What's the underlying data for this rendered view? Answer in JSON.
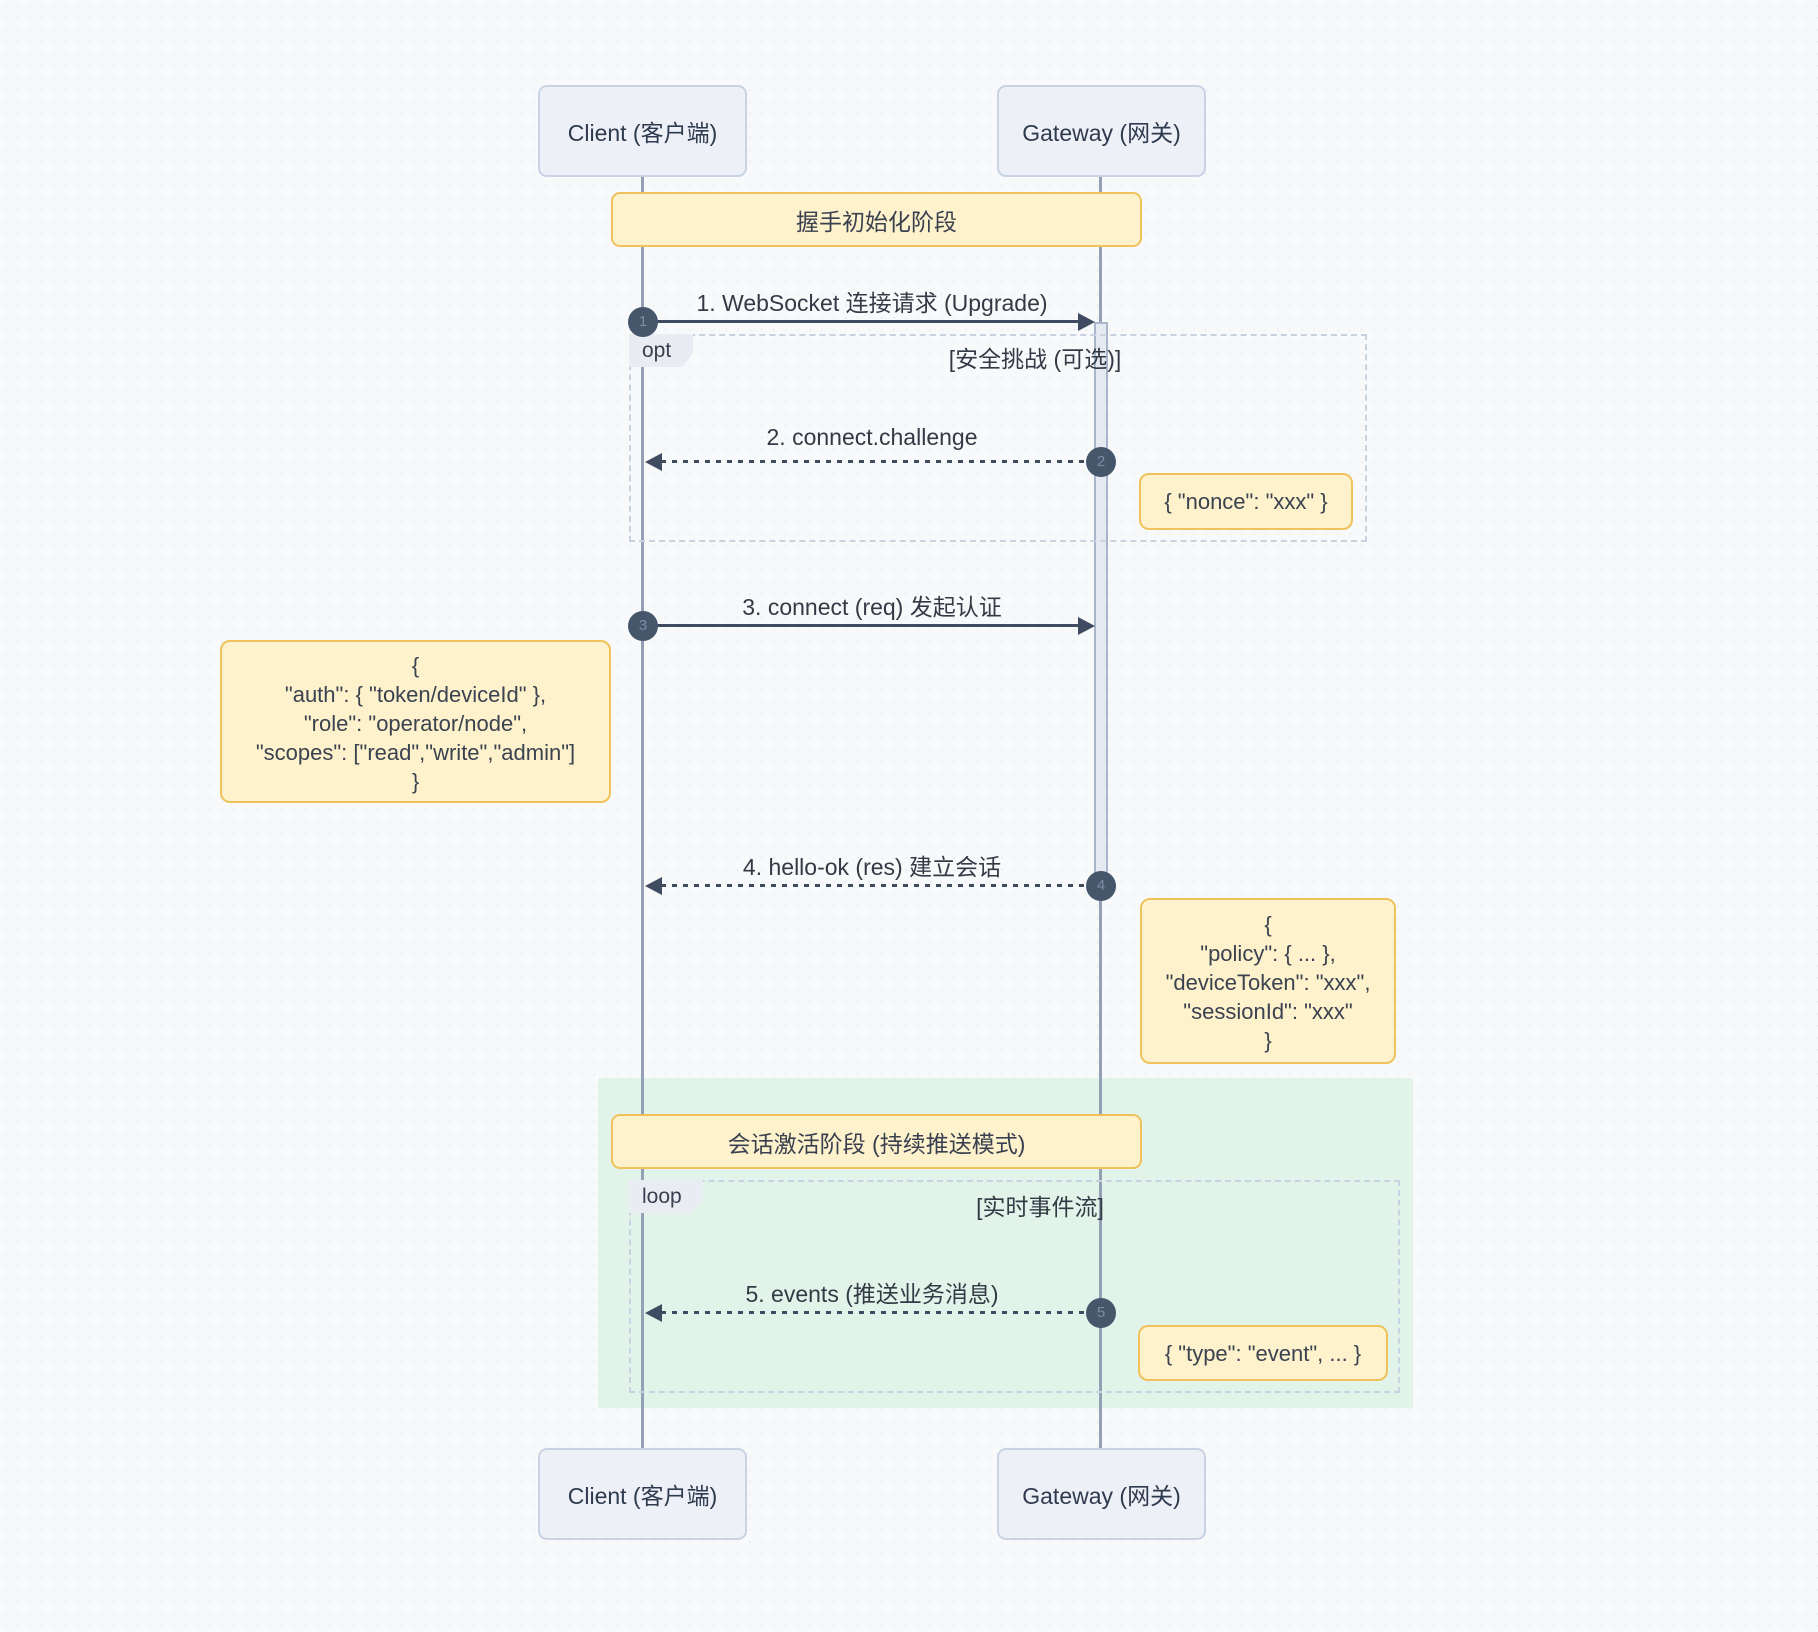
{
  "diagram": {
    "actors": {
      "client": {
        "label": "Client (客户端)"
      },
      "gateway": {
        "label": "Gateway (网关)"
      }
    },
    "banners": {
      "handshake": {
        "label": "握手初始化阶段"
      },
      "session": {
        "label": "会话激活阶段 (持续推送模式)"
      }
    },
    "frames": {
      "opt": {
        "tab": "opt",
        "guard": "[安全挑战 (可选)]"
      },
      "loop": {
        "tab": "loop",
        "guard": "[实时事件流]"
      }
    },
    "messages": {
      "m1": {
        "seq": "1",
        "label": "1. WebSocket 连接请求 (Upgrade)",
        "from": "client",
        "to": "gateway",
        "line": "solid"
      },
      "m2": {
        "seq": "2",
        "label": "2. connect.challenge",
        "from": "gateway",
        "to": "client",
        "line": "dashed"
      },
      "m3": {
        "seq": "3",
        "label": "3. connect (req) 发起认证",
        "from": "client",
        "to": "gateway",
        "line": "solid"
      },
      "m4": {
        "seq": "4",
        "label": "4. hello-ok (res) 建立会话",
        "from": "gateway",
        "to": "client",
        "line": "dashed"
      },
      "m5": {
        "seq": "5",
        "label": "5. events (推送业务消息)",
        "from": "gateway",
        "to": "client",
        "line": "dashed"
      }
    },
    "notes": {
      "nonce": {
        "text": "{ \"nonce\": \"xxx\" }"
      },
      "auth": {
        "text": "{\n\"auth\": { \"token/deviceId\" },\n\"role\": \"operator/node\",\n\"scopes\": [\"read\",\"write\",\"admin\"]\n}"
      },
      "policy": {
        "text": "{\n\"policy\": { ... },\n\"deviceToken\": \"xxx\",\n\"sessionId\": \"xxx\"\n}"
      },
      "event": {
        "text": "{ \"type\": \"event\", ... }"
      }
    }
  },
  "colors": {
    "bg": "#f8f9fa",
    "actor-fill": "#edf0f7",
    "actor-border": "#c9d3e4",
    "lifeline": "#94a0b4",
    "arrow": "#3e4b61",
    "activation-fill": "#e4e9f2",
    "activation-border": "#a9b6ca",
    "note-fill": "#fdf2cc",
    "note-border": "#efc25c",
    "frame-border": "#c8d3e1",
    "tab-fill": "#e9ecf3",
    "phase-green": "#e2f4e9",
    "text-dark": "#2e3a4e",
    "seq-circle": "#46566b",
    "seq-digit": "#7e8ca2"
  }
}
